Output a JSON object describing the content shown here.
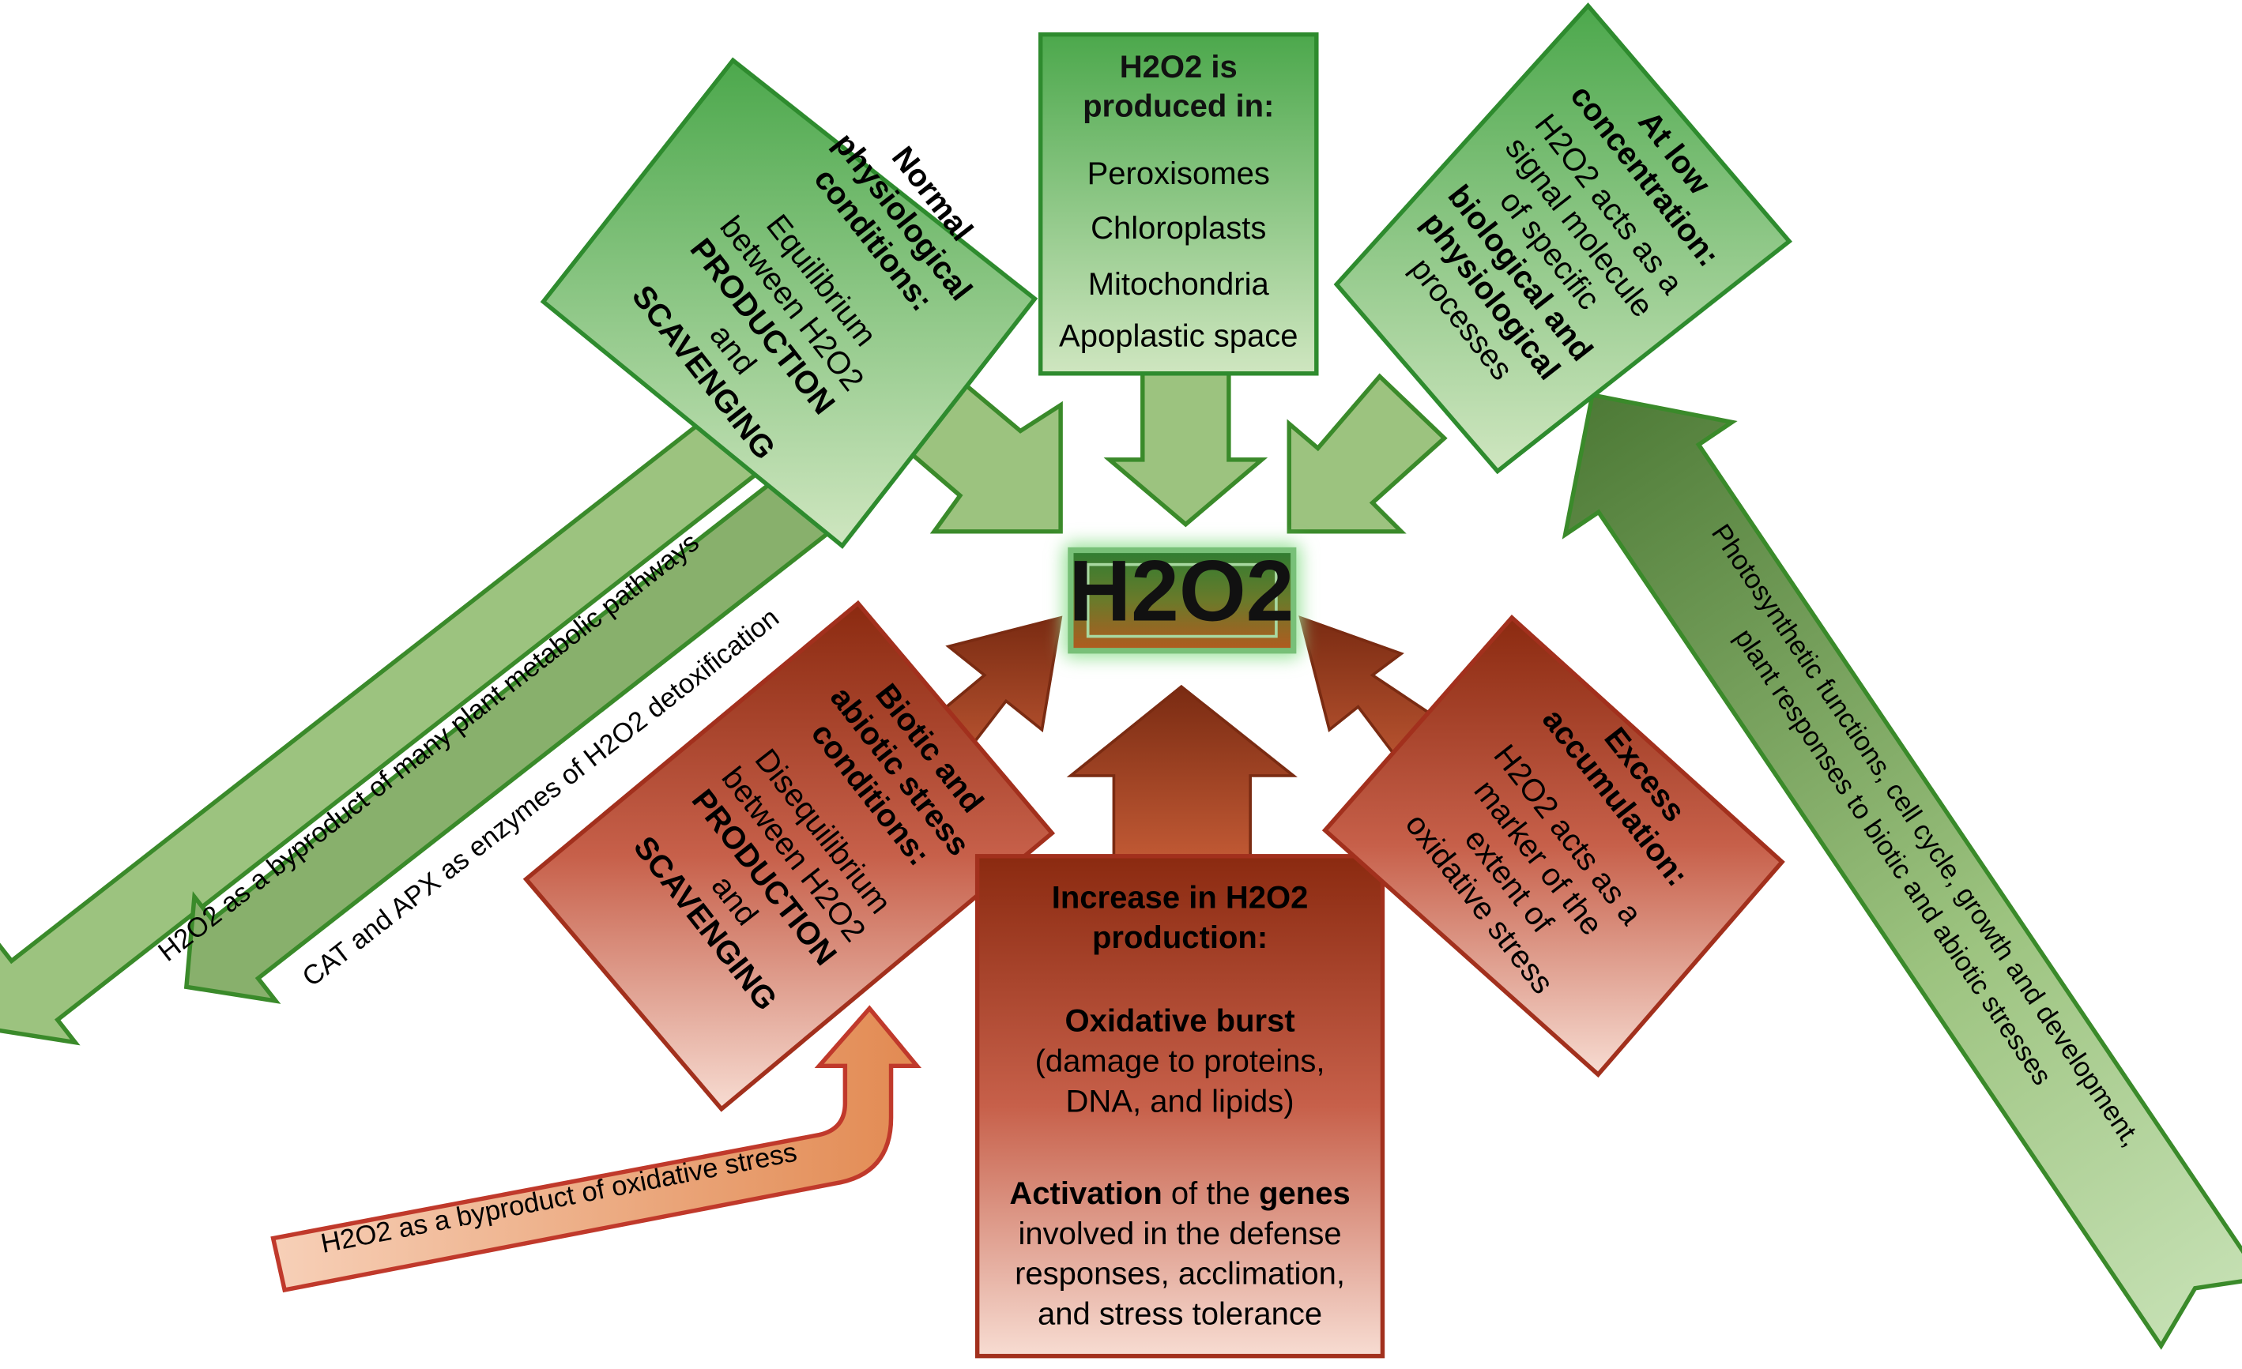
{
  "center": {
    "label": "H2O2"
  },
  "produced_box": {
    "title_line1": "H2O2 is",
    "title_line2": "produced in:",
    "sites": [
      "Peroxisomes",
      "Chloroplasts",
      "Mitochondria",
      "Apoplastic space"
    ]
  },
  "normal_box": {
    "title_line1": "Normal",
    "title_line2": "physiological",
    "title_line3": "conditions:",
    "line1": "Equilibrium",
    "line2": "between H2O2",
    "line3": "PRODUCTION",
    "line4": "and",
    "line5": "SCAVENGING"
  },
  "low_box": {
    "title_line1": "At low",
    "title_line2": "concentration:",
    "line1": "H2O2 acts as a",
    "line2": "signal molecule",
    "line3": "of specific",
    "line4": "biological and",
    "line5": "physiological",
    "line6": "processes"
  },
  "stress_box": {
    "title_line1": "Biotic and",
    "title_line2": "abiotic stress",
    "title_line3": "conditions:",
    "line1": "Disequilibrium",
    "line2": "between H2O2",
    "line3": "PRODUCTION",
    "line4": "and",
    "line5": "SCAVENGING"
  },
  "increase_box": {
    "title_line1": "Increase in H2O2",
    "title_line2": "production:",
    "burst_title": "Oxidative burst",
    "burst_line1": "(damage to proteins,",
    "burst_line2": "DNA, and lipids)",
    "activation_bold1": "Activation",
    "activation_mid": " of the ",
    "activation_bold2": "genes",
    "line1": "involved in the defense",
    "line2": "responses, acclimation,",
    "line3": "and stress tolerance"
  },
  "excess_box": {
    "title_line1": "Excess",
    "title_line2": "accumulation:",
    "line1": "H2O2 acts as a",
    "line2": "marker of the",
    "line3": "extent of",
    "line4": "oxidative stress"
  },
  "arrows": {
    "metabolic": "H2O2 as a byproduct of many plant metabolic pathways",
    "detox": "CAT and APX as enzymes of H2O2 detoxification",
    "oxidative": "H2O2 as a byproduct of oxidative stress",
    "functions_line1": "Photosynthetic functions, cell cycle, growth and development,",
    "functions_line2": "plant responses to biotic and abiotic stresses"
  },
  "colors": {
    "green_dark": "#1f8f2c",
    "green_light": "#c5e0b3",
    "green_arrow": "#9cc37f",
    "red_dark": "#8b2a10",
    "red_light": "#f7dcd2",
    "orange_arrow": "#e8a06c"
  }
}
